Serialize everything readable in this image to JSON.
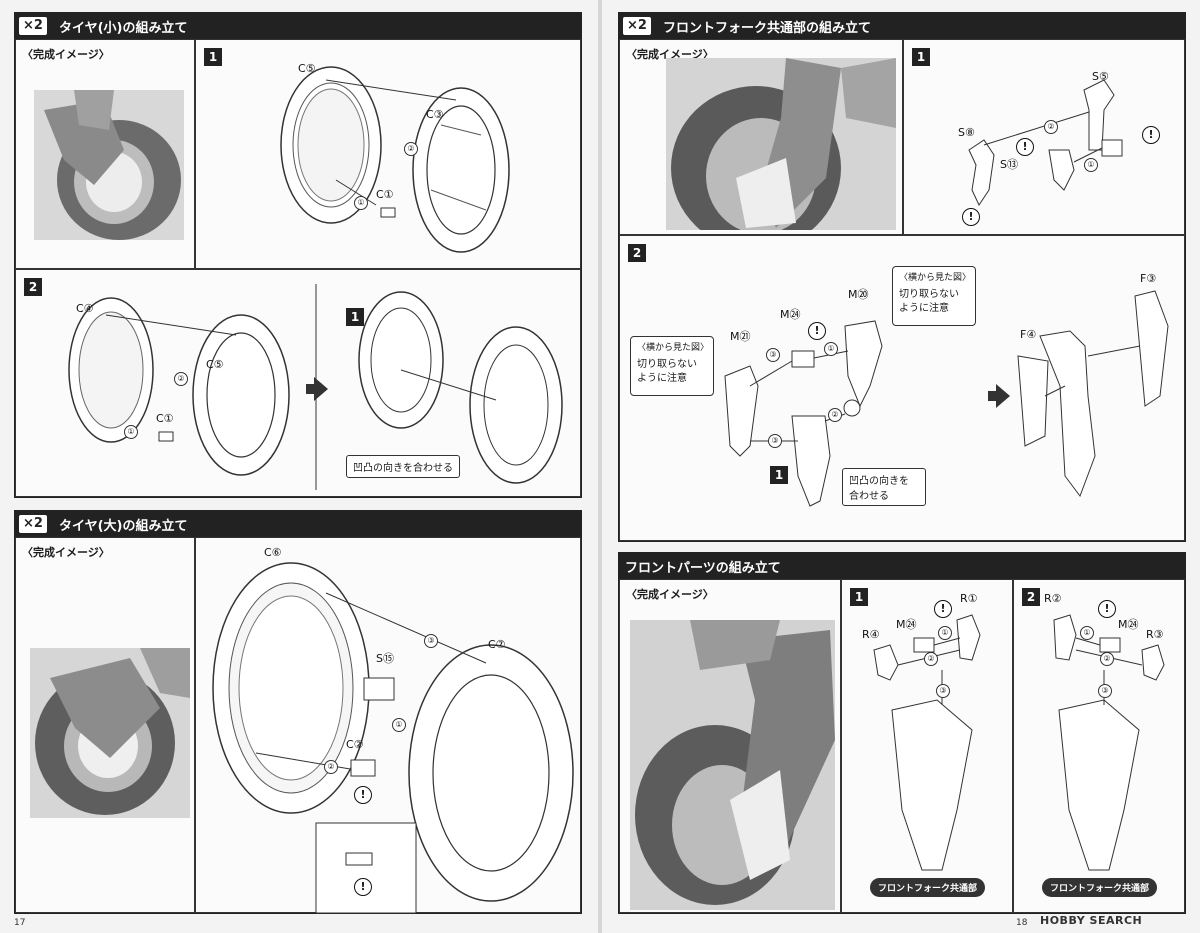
{
  "left_page": {
    "page_number": "17",
    "section_tire_small": {
      "quantity": "×2",
      "title": "タイヤ(小)の組み立て",
      "completed_image_label": "〈完成イメージ〉",
      "step1": {
        "number": "1",
        "parts": [
          "C⑤",
          "C③",
          "C①"
        ],
        "step_numbers": [
          "②",
          "①"
        ]
      },
      "step2": {
        "number": "2",
        "parts": [
          "C④",
          "C⑤",
          "C①"
        ],
        "step_numbers": [
          "②",
          "①"
        ]
      },
      "join": {
        "step_ref": "1",
        "note": "凹凸の向きを合わせる"
      }
    },
    "section_tire_large": {
      "quantity": "×2",
      "title": "タイヤ(大)の組み立て",
      "completed_image_label": "〈完成イメージ〉",
      "parts": [
        "C⑥",
        "C⑦",
        "S⑮",
        "C②"
      ],
      "step_numbers": [
        "③",
        "②",
        "①"
      ],
      "warning": "!"
    }
  },
  "right_page": {
    "page_number": "18",
    "section_front_fork": {
      "quantity": "×2",
      "title": "フロントフォーク共通部の組み立て",
      "completed_image_label": "〈完成イメージ〉",
      "step1": {
        "number": "1",
        "parts": [
          "S⑤",
          "S⑧",
          "S⑬"
        ],
        "step_numbers": [
          "②",
          "①"
        ]
      },
      "step2": {
        "number": "2",
        "parts": [
          "M㉑",
          "M㉔",
          "M⑳",
          "F④",
          "F③"
        ],
        "step_numbers": [
          "③",
          "①",
          "②",
          "③"
        ],
        "side_view_title": "〈横から見た図〉",
        "side_view_note": "切り取らない ように注意",
        "side_view_title_2": "〈横から見た図〉",
        "side_view_note_2": "切り取らない ように注意",
        "step_ref": "1",
        "note": "凹凸の向きを 合わせる"
      }
    },
    "section_front_parts": {
      "title": "フロントパーツの組み立て",
      "completed_image_label": "〈完成イメージ〉",
      "step1": {
        "number": "1",
        "parts": [
          "R①",
          "R④",
          "M㉔"
        ],
        "step_numbers": [
          "①",
          "②",
          "③"
        ],
        "base_label": "フロントフォーク共通部"
      },
      "step2": {
        "number": "2",
        "parts": [
          "R②",
          "R③",
          "M㉔"
        ],
        "step_numbers": [
          "①",
          "②",
          "③"
        ],
        "base_label": "フロントフォーク共通部"
      }
    },
    "watermark": "HOBBY SEARCH"
  }
}
